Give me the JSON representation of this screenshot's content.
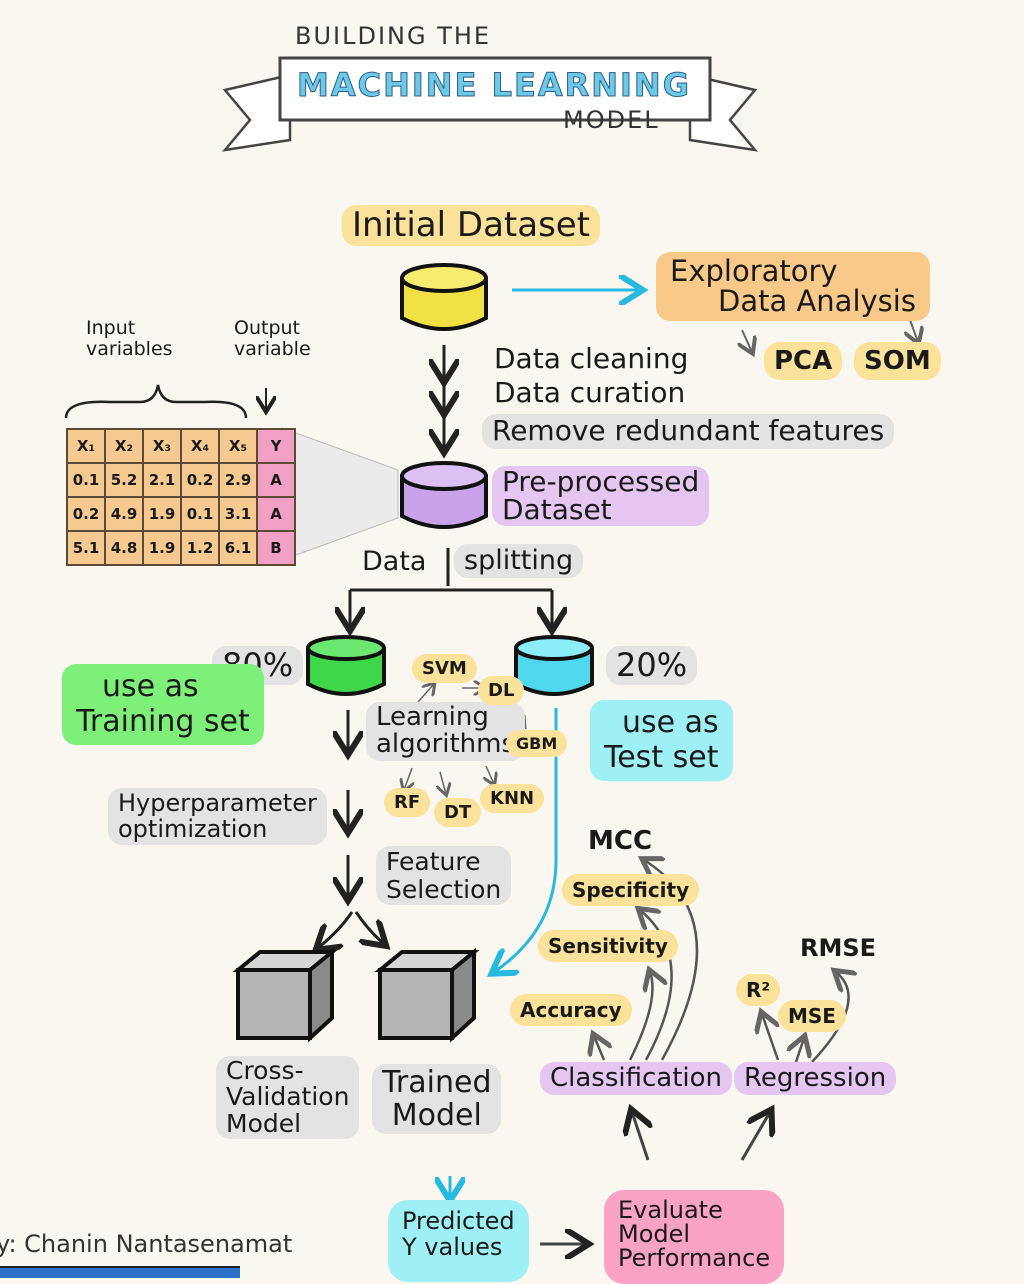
{
  "title": {
    "line1": "BUILDING THE",
    "line2": "MACHINE LEARNING",
    "line3": "MODEL"
  },
  "initial_dataset": "Initial Dataset",
  "eda": {
    "label_1": "Exploratory",
    "label_2": "Data Analysis",
    "pca": "PCA",
    "som": "SOM"
  },
  "table_labels": {
    "input": "Input variables",
    "output": "Output variable"
  },
  "data_table": {
    "headers": [
      "X₁",
      "X₂",
      "X₃",
      "X₄",
      "X₅",
      "Y"
    ],
    "rows": [
      [
        "0.1",
        "5.2",
        "2.1",
        "0.2",
        "2.9",
        "A"
      ],
      [
        "0.2",
        "4.9",
        "1.9",
        "0.1",
        "3.1",
        "A"
      ],
      [
        "5.1",
        "4.8",
        "1.9",
        "1.2",
        "6.1",
        "B"
      ]
    ]
  },
  "preprocessing_steps": [
    "Data cleaning",
    "Data curation",
    "Remove redundant features"
  ],
  "preprocessed": {
    "line1": "Pre-processed",
    "line2": "Dataset"
  },
  "splitting": {
    "left": "Data",
    "right": "splitting"
  },
  "training": {
    "percent": "80%",
    "line1": "use as",
    "line2": "Training set"
  },
  "test": {
    "percent": "20%",
    "line1": "use as",
    "line2": "Test set"
  },
  "learning_algorithms": {
    "line1": "Learning",
    "line2": "algorithms",
    "items": [
      "SVM",
      "DL",
      "GBM",
      "RF",
      "DT",
      "KNN"
    ]
  },
  "hyperparameter": {
    "line1": "Hyperparameter",
    "line2": "optimization"
  },
  "feature_selection": {
    "line1": "Feature",
    "line2": "Selection"
  },
  "models": {
    "cv_1": "Cross-",
    "cv_2": "Validation",
    "cv_3": "Model",
    "trained_1": "Trained",
    "trained_2": "Model"
  },
  "metrics": {
    "classification": "Classification",
    "regression": "Regression",
    "classification_items": [
      "Accuracy",
      "Sensitivity",
      "Specificity",
      "MCC"
    ],
    "regression_items": [
      "R²",
      "MSE",
      "RMSE"
    ]
  },
  "predicted": {
    "line1": "Predicted",
    "line2": "Y values"
  },
  "evaluate": {
    "line1": "Evaluate",
    "line2": "Model",
    "line3": "Performance"
  },
  "credit": "y: Chanin Nantasenamat"
}
